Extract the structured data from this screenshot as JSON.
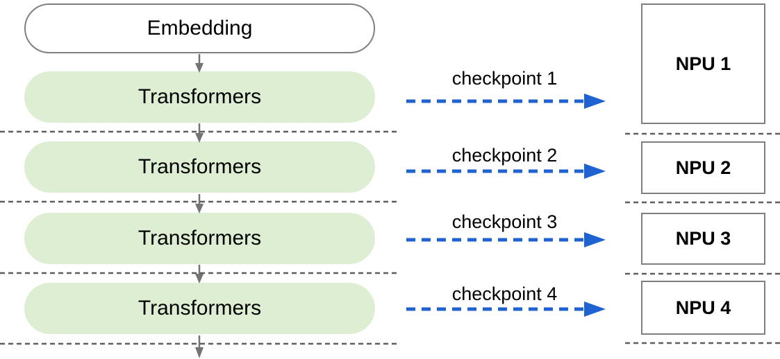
{
  "pipeline": {
    "embedding": {
      "label": "Embedding"
    },
    "transformers": [
      {
        "label": "Transformers"
      },
      {
        "label": "Transformers"
      },
      {
        "label": "Transformers"
      },
      {
        "label": "Transformers"
      }
    ]
  },
  "checkpoints": [
    {
      "label": "checkpoint 1"
    },
    {
      "label": "checkpoint 2"
    },
    {
      "label": "checkpoint 3"
    },
    {
      "label": "checkpoint 4"
    }
  ],
  "npus": [
    {
      "label": "NPU 1"
    },
    {
      "label": "NPU 2"
    },
    {
      "label": "NPU 3"
    },
    {
      "label": "NPU 4"
    }
  ],
  "colors": {
    "transformer_fill": "#ddeed2",
    "box_border_gray": "#7f7f7f",
    "separator_dash_gray": "#5e5e5e",
    "flow_arrow_gray": "#737373",
    "checkpoint_arrow_blue": "#1f63d2",
    "text": "#000000"
  }
}
